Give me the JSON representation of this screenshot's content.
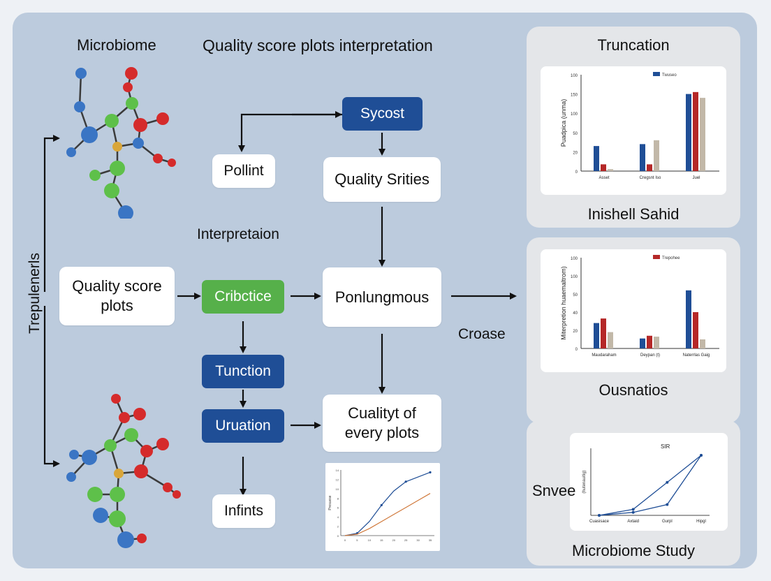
{
  "headings": {
    "microbiome": "Microbiome",
    "main": "Quality score plots interpretation",
    "interpretation": "Interpretaion",
    "vertical": "Trepulenerls",
    "crease": "Croase"
  },
  "nodes": {
    "sycost": "Sycost",
    "pollint": "Pollint",
    "quality_srities": "Quality Srities",
    "quality_score_plots": "Quality score plots",
    "cribctice": "Cribctice",
    "ponlungmous": "Ponlungmous",
    "tunction": "Tunction",
    "uruation": "Uruation",
    "cualityt": "Cualityt of every plots",
    "infints": "Infints"
  },
  "panels": {
    "truncation": {
      "title": "Truncation",
      "caption": "Inishell Sahid"
    },
    "ousnatios": {
      "caption": "Ousnatios"
    },
    "study": {
      "label": "Snvee",
      "caption": "Microbiome Study"
    }
  },
  "colors": {
    "background": "#bccbdd",
    "blue": "#1f4e96",
    "green": "#56b04a",
    "red": "#b52828",
    "beige": "#c2b8a8"
  },
  "chart_data": [
    {
      "type": "bar",
      "ylabel": "Puadpica (unma)",
      "categories": [
        "Asset",
        "Cregsnt Iso",
        "Juel"
      ],
      "legend": [
        "Twuseo"
      ],
      "ytick_labels": [
        "0",
        "20",
        "50",
        "100",
        "150",
        "100"
      ],
      "series": [
        {
          "values": [
            26,
            7,
            2
          ]
        },
        {
          "values": [
            28,
            7,
            32
          ]
        },
        {
          "values": [
            80,
            82,
            76
          ]
        }
      ]
    },
    {
      "type": "bar",
      "ylabel": "Miterpretion huaemaltrom)",
      "categories": [
        "Maudaraham",
        "Deypan (t)",
        "Naterrlas Gaig"
      ],
      "legend": [
        "Trepohee"
      ],
      "ytick_labels": [
        "0",
        "20",
        "40",
        "50",
        "100",
        "100"
      ],
      "series": [
        {
          "values": [
            28,
            33,
            18
          ]
        },
        {
          "values": [
            11,
            14,
            13
          ]
        },
        {
          "values": [
            64,
            40,
            10
          ]
        }
      ]
    },
    {
      "type": "line",
      "ylabel": "(hutenauitig)",
      "title": "SIR",
      "x": [
        "Cuasisace",
        "Axtaid",
        "Gurpl",
        "Hipgl"
      ],
      "series": [
        {
          "values": [
            0,
            10,
            55,
            100
          ]
        },
        {
          "values": [
            0,
            5,
            18,
            100
          ]
        }
      ]
    },
    {
      "type": "line",
      "ylabel": "Presuese",
      "x": [
        "0",
        "5",
        "10",
        "15",
        "20",
        "25",
        "30",
        "35"
      ],
      "ytick_labels": [
        "0",
        "2",
        "4",
        "6",
        "8",
        "10",
        "12",
        "14"
      ],
      "series": [
        {
          "values": [
            0,
            0.5,
            3,
            6.5,
            9.5,
            11.5,
            12.5,
            13.5
          ]
        },
        {
          "values": [
            0,
            0.3,
            1.5,
            3,
            4.5,
            6,
            7.5,
            9
          ]
        }
      ]
    }
  ]
}
